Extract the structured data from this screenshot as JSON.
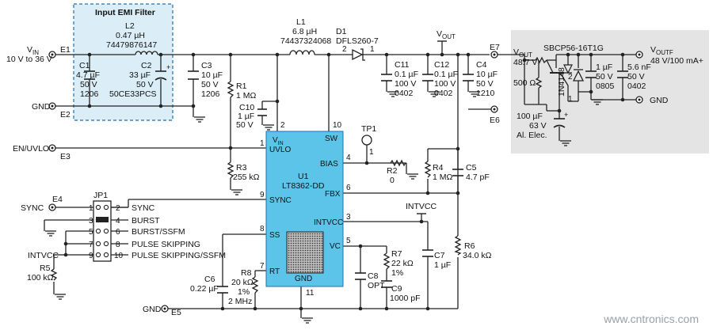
{
  "emi_filter": {
    "title": "Input EMI Filter",
    "L2": [
      "L2",
      "0.47 µH",
      "74479876147"
    ],
    "C1": [
      "C1",
      "4.7 µF",
      "50 V",
      "1206"
    ],
    "C2": [
      "C2",
      "33 µF",
      "50 V",
      "50CE33PCS"
    ]
  },
  "ports": {
    "vin_label": "V",
    "vin_sub": "IN",
    "vin_range": "10 V to 36 V",
    "e1": "E1",
    "gnd_in": "GND",
    "e2": "E2",
    "en_uvlo": "EN/UVLO",
    "e3": "E3",
    "sync": "SYNC",
    "e4": "E4",
    "gnd_out": "GND",
    "e5": "E5",
    "e6": "E6",
    "e7": "E7",
    "vout_top": "V",
    "vout_top_sub": "OUT",
    "vout_e7": "V",
    "vout_e7_sub": "OUT",
    "vout_e7_val": "48.7 V",
    "voutf": "V",
    "voutf_sub": "OUTF",
    "voutf_val": "48 V/100 mA+",
    "gnd_right": "GND"
  },
  "components": {
    "C3": [
      "C3",
      "10 µF",
      "50 V",
      "1206"
    ],
    "R1": [
      "R1",
      "1 MΩ"
    ],
    "C10": [
      "C10",
      "1 µF",
      "50 V"
    ],
    "L1": [
      "L1",
      "6.8 µH",
      "74437324068"
    ],
    "D1": [
      "D1",
      "DFLS260-7"
    ],
    "C11": [
      "C11",
      "0.1 µF",
      "100 V",
      "0402"
    ],
    "C12": [
      "C12",
      "0.1 µF",
      "100 V",
      "0402"
    ],
    "C4": [
      "C4",
      "10 µF",
      "50 V",
      "1210"
    ],
    "TP1": "TP1",
    "R2": [
      "R2",
      "0"
    ],
    "R3": [
      "R3",
      "255 kΩ"
    ],
    "R4": [
      "R4",
      "1 MΩ"
    ],
    "C5": [
      "C5",
      "4.7 pF"
    ],
    "R5": [
      "R5",
      "100 kΩ"
    ],
    "R6": [
      "R6",
      "34.0 kΩ"
    ],
    "R7": [
      "R7",
      "22 kΩ",
      "1%"
    ],
    "C7": [
      "C7",
      "1 µF"
    ],
    "C8": [
      "C8",
      "OPT"
    ],
    "C9": [
      "C9",
      "1000 pF"
    ],
    "C6": [
      "C6",
      "0.22 µF"
    ],
    "R8": [
      "R8",
      "20 kΩ",
      "1%",
      "2 MHz"
    ],
    "intvcc_net": "INTVCC",
    "Q1": "SBCP56-16T1G",
    "R_filt": "500 Ω",
    "D_filt": "1N4148",
    "C_filt1": [
      "1 µF",
      "50 V",
      "0805"
    ],
    "C_filt2": [
      "5.6 nF",
      "50 V",
      "0402"
    ],
    "C_alu": [
      "100 µF",
      "63 V",
      "Al. Elec."
    ]
  },
  "ic": {
    "ref": "U1",
    "part": "LT8362-DD",
    "pins": {
      "vin": "V",
      "vin_sub": "IN",
      "uvlo": "UVLO",
      "sw": "SW",
      "bias": "BIAS",
      "fbx": "FBX",
      "sync": "SYNC",
      "intvcc": "INTVCC",
      "ss": "SS",
      "vc": "VC",
      "rt": "RT",
      "gnd": "GND"
    },
    "pin_numbers": {
      "p1": "1",
      "p2": "2",
      "p3": "3",
      "p4": "4",
      "p5": "5",
      "p6": "6",
      "p7": "7",
      "p8": "8",
      "p9": "9",
      "p10": "10",
      "p11": "11"
    }
  },
  "jumper": {
    "ref": "JP1",
    "nums": [
      "1",
      "2",
      "3",
      "4",
      "5",
      "6",
      "7",
      "8",
      "9",
      "10"
    ],
    "labels": [
      "SYNC",
      "BURST",
      "BURST/SSFM",
      "PULSE SKIPPING",
      "PULSE SKIPPING/SSFM"
    ],
    "intvcc": "INTVCC"
  },
  "watermark": "www.cntronics.com",
  "colors": {
    "ic_fill": "#5bc4e8",
    "emi_box": "#dbeef8",
    "emi_border": "#1f6fb5",
    "output_panel": "#e4e4e4"
  }
}
